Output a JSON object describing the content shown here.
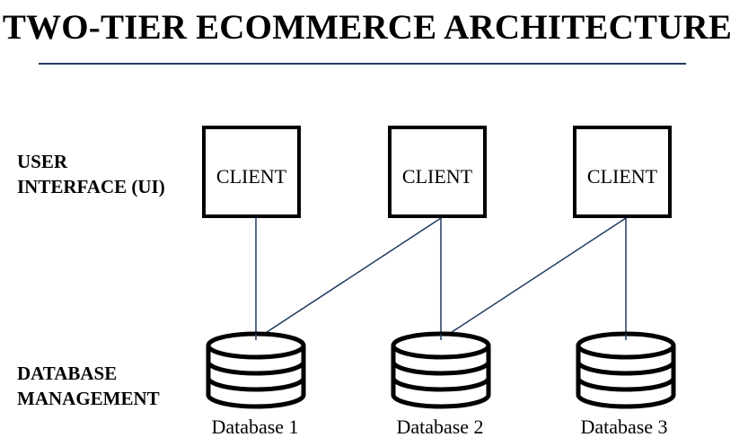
{
  "title": "TWO-TIER ECOMMERCE ARCHITECTURE",
  "tiers": {
    "ui_label_line1": "USER",
    "ui_label_line2": "INTERFACE (UI)",
    "db_label_line1": "DATABASE",
    "db_label_line2": "MANAGEMENT"
  },
  "clients": [
    {
      "label": "CLIENT"
    },
    {
      "label": "CLIENT"
    },
    {
      "label": "CLIENT"
    }
  ],
  "databases": [
    {
      "label": "Database 1",
      "icon": "database-icon"
    },
    {
      "label": "Database 2",
      "icon": "database-icon"
    },
    {
      "label": "Database 3",
      "icon": "database-icon"
    }
  ],
  "connections": [
    {
      "from": "client-1",
      "to": "database-1"
    },
    {
      "from": "client-2",
      "to": "database-1"
    },
    {
      "from": "client-2",
      "to": "database-2"
    },
    {
      "from": "client-3",
      "to": "database-2"
    },
    {
      "from": "client-3",
      "to": "database-3"
    }
  ],
  "colors": {
    "connector": "#1f3a5f",
    "title_rule": "#1f3a5f",
    "outline": "#000000"
  }
}
